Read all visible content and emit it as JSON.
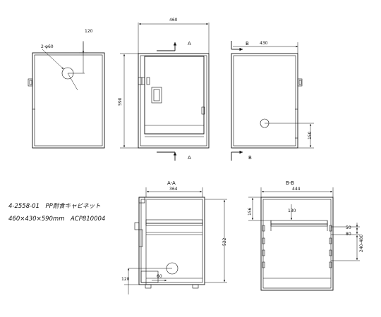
{
  "caption": {
    "line1": "4-2558-01　PP耐食キャビネット",
    "line2": "460×430×590mm　ACP810004"
  },
  "dims": {
    "front_width": "460",
    "front_height": "590",
    "side_depth": "430",
    "hole_label": "2-φ60",
    "hole_offset_top": "120",
    "side_hole_height": "150",
    "aa_width": "364",
    "aa_height": "522",
    "aa_bottom": "120",
    "aa_hole": "60",
    "bb_width": "444",
    "bb_top": "156",
    "bb_inner": "130",
    "bb_right_a": "50",
    "bb_right_b": "80",
    "bb_right_c": "240-480"
  },
  "sections": {
    "top_a": "A",
    "bottom_a": "A",
    "top_b": "B",
    "bottom_b": "B",
    "aa_title": "A-A",
    "bb_title": "B-B"
  }
}
